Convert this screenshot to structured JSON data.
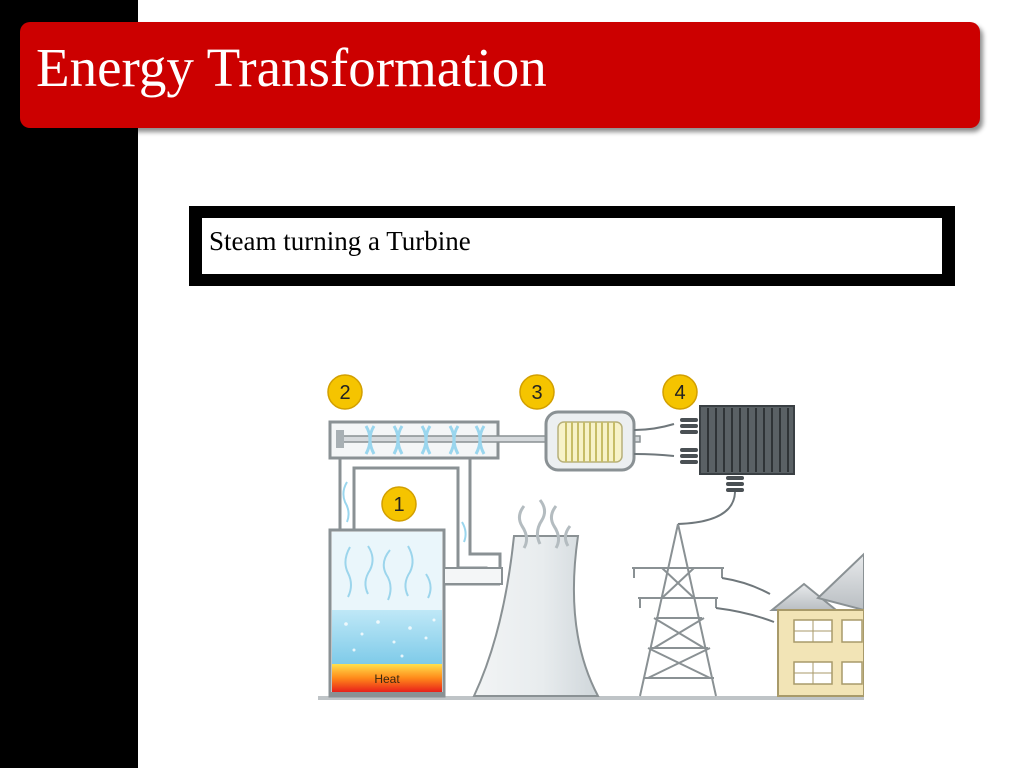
{
  "slide": {
    "title": "Energy Transformation",
    "caption": "Steam turning a Turbine"
  },
  "diagram": {
    "step_labels": [
      "1",
      "2",
      "3",
      "4"
    ],
    "heat_label": "Heat"
  },
  "colors": {
    "title_red": "#cc0000",
    "badge_yellow": "#f5c400",
    "water_blue": "#9ad6ee"
  }
}
